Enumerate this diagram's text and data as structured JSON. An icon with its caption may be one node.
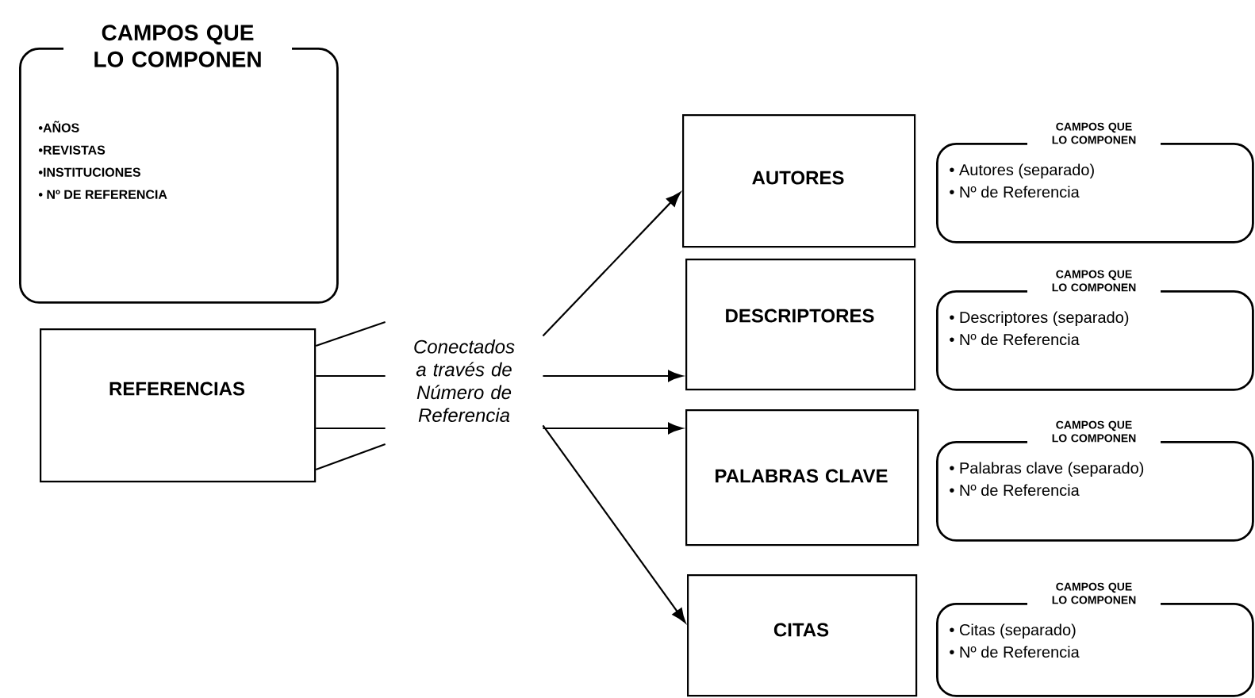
{
  "diagram": {
    "nodes": [
      {
        "text": [
          "CAMPOS QUE LO COMPONEN",
          "•AÑOS",
          "•REVISTAS",
          "•INSTITUCIONES",
          "• Nº DE REFERENCIA"
        ]
      },
      {
        "text": [
          "REFERENCIAS"
        ]
      },
      {
        "text": [
          "AUTORES"
        ]
      },
      {
        "text": [
          "CAMPOS QUE LO COMPONEN",
          "• Autores (separado)",
          "• Nº de Referencia"
        ]
      },
      {
        "text": [
          "DESCRIPTORES"
        ]
      },
      {
        "text": [
          "CAMPOS QUE LO COMPONEN",
          "• Descriptores (separado)",
          "• Nº de Referencia"
        ]
      },
      {
        "text": [
          "PALABRAS CLAVE"
        ]
      },
      {
        "text": [
          "CAMPOS QUE LO COMPONEN",
          "• Palabras clave (separado)",
          "• Nº de Referencia"
        ]
      },
      {
        "text": [
          "CITAS"
        ]
      },
      {
        "text": [
          "CAMPOS QUE LO COMPONEN",
          "• Citas (separado)",
          "• Nº de Referencia"
        ]
      },
      {
        "text": [
          "Conectados a través de Número de Referencia"
        ]
      }
    ],
    "edges": [
      {
        "from": 1,
        "to": 10,
        "arrow": "none"
      },
      {
        "from": 1,
        "to": 10,
        "arrow": "none"
      },
      {
        "from": 1,
        "to": 10,
        "arrow": "none"
      },
      {
        "from": 1,
        "to": 10,
        "arrow": "none"
      },
      {
        "from": 10,
        "to": 2,
        "arrow": "to"
      },
      {
        "from": 10,
        "to": 4,
        "arrow": "to"
      },
      {
        "from": 10,
        "to": 6,
        "arrow": "to"
      },
      {
        "from": 10,
        "to": 8,
        "arrow": "to"
      }
    ]
  }
}
